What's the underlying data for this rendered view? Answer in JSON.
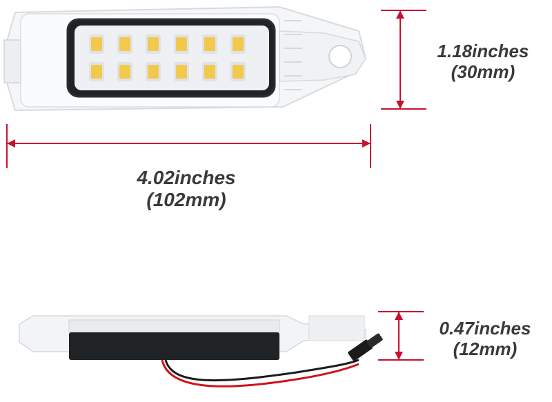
{
  "dimensions": {
    "height": {
      "inches": "1.18inches",
      "mm": "(30mm)"
    },
    "length": {
      "inches": "4.02inches",
      "mm": "(102mm)"
    },
    "depth": {
      "inches": "0.47inches",
      "mm": "(12mm)"
    }
  },
  "colors": {
    "dimension_line": "#c8102e",
    "text": "#3a3a3a",
    "led": "#f2c94c",
    "housing": "#eef0f2"
  }
}
